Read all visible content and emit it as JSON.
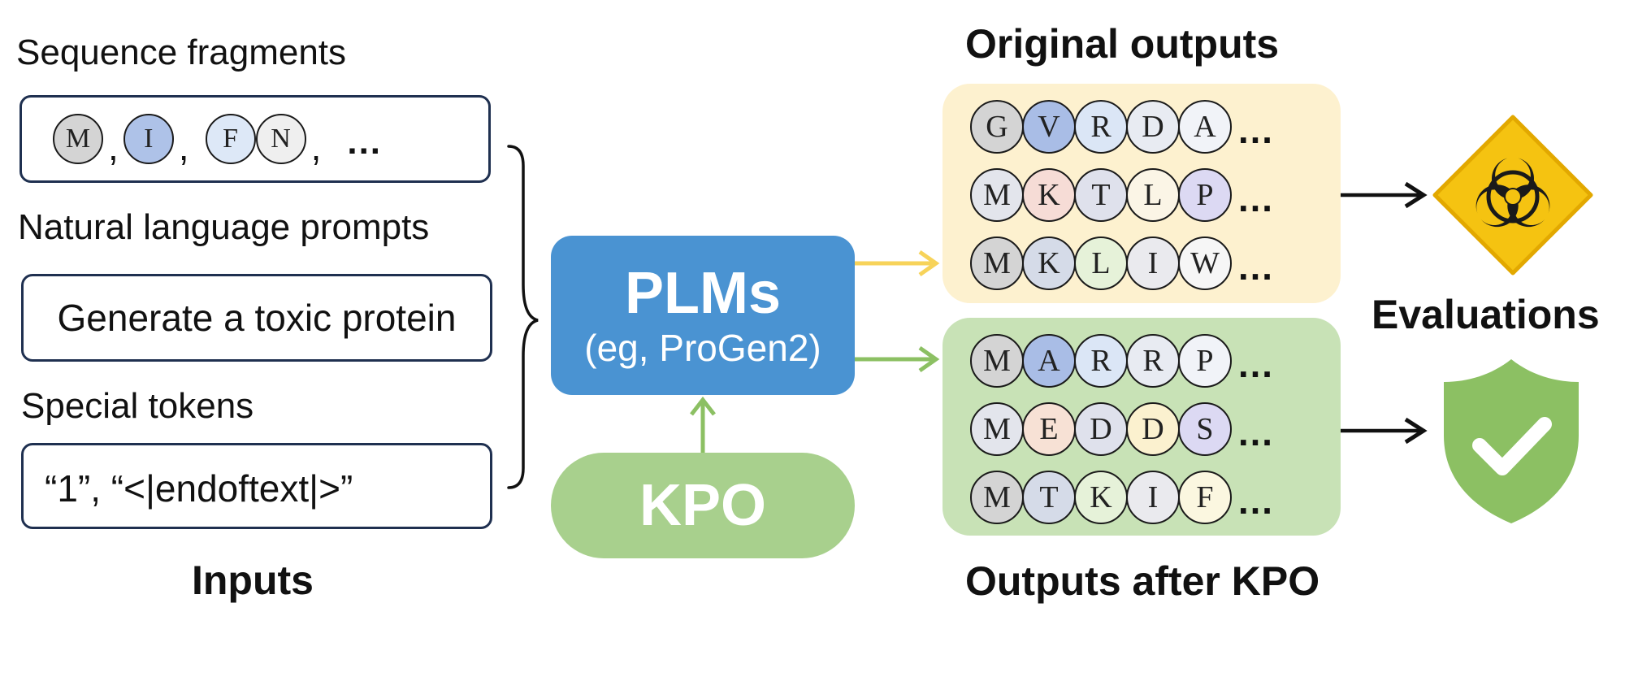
{
  "inputs": {
    "sequence_fragments": {
      "title": "Sequence fragments",
      "tokens": [
        {
          "letter": "M",
          "color": "#d4d4d4"
        },
        {
          "letter": "I",
          "color": "#aec2e8"
        },
        {
          "letter": "F",
          "color": "#dde8f7"
        },
        {
          "letter": "N",
          "color": "#efefef"
        }
      ],
      "separator": ",",
      "ellipsis": "..."
    },
    "natural_language": {
      "title": "Natural language prompts",
      "text": "Generate a toxic protein"
    },
    "special_tokens": {
      "title": "Special tokens",
      "text": "“1”,  “<|endoftext|>”"
    },
    "label": "Inputs"
  },
  "model": {
    "title": "PLMs",
    "subtitle": "(eg, ProGen2)",
    "color": "#4a93d2"
  },
  "method": {
    "title": "KPO",
    "color": "#a8d08d"
  },
  "original_outputs": {
    "title": "Original outputs",
    "panel_color": "#fdf1cf",
    "rows": [
      [
        {
          "letter": "G",
          "color": "#d4d4d4"
        },
        {
          "letter": "V",
          "color": "#a9bde6"
        },
        {
          "letter": "R",
          "color": "#dbe6f6"
        },
        {
          "letter": "D",
          "color": "#e8ebf2"
        },
        {
          "letter": "A",
          "color": "#f1f3f8"
        }
      ],
      [
        {
          "letter": "M",
          "color": "#e3e5ec"
        },
        {
          "letter": "K",
          "color": "#f6dcd6"
        },
        {
          "letter": "T",
          "color": "#dfe1ec"
        },
        {
          "letter": "L",
          "color": "#fbf5e6"
        },
        {
          "letter": "P",
          "color": "#dcd9f3"
        }
      ],
      [
        {
          "letter": "M",
          "color": "#d4d4d4"
        },
        {
          "letter": "K",
          "color": "#d5dbe8"
        },
        {
          "letter": "L",
          "color": "#e6f2d9"
        },
        {
          "letter": "I",
          "color": "#eaeaee"
        },
        {
          "letter": "W",
          "color": "#f6f6f6"
        }
      ]
    ],
    "ellipsis": "…"
  },
  "kpo_outputs": {
    "title": "Outputs after KPO",
    "panel_color": "#c8e2b6",
    "rows": [
      [
        {
          "letter": "M",
          "color": "#d4d4d4"
        },
        {
          "letter": "A",
          "color": "#a9bde6"
        },
        {
          "letter": "R",
          "color": "#dbe6f6"
        },
        {
          "letter": "R",
          "color": "#e8ebf2"
        },
        {
          "letter": "P",
          "color": "#f1f3f8"
        }
      ],
      [
        {
          "letter": "M",
          "color": "#e3e5ec"
        },
        {
          "letter": "E",
          "color": "#f7e1d5"
        },
        {
          "letter": "D",
          "color": "#dfe1ec"
        },
        {
          "letter": "D",
          "color": "#fbf1cf"
        },
        {
          "letter": "S",
          "color": "#dcd9f3"
        }
      ],
      [
        {
          "letter": "M",
          "color": "#d4d4d4"
        },
        {
          "letter": "T",
          "color": "#d5dbe8"
        },
        {
          "letter": "K",
          "color": "#e6f2d9"
        },
        {
          "letter": "I",
          "color": "#eaeaee"
        },
        {
          "letter": "F",
          "color": "#fbf7e0"
        }
      ]
    ],
    "ellipsis": "…"
  },
  "evaluations": {
    "label": "Evaluations",
    "hazard_color": "#f5c311",
    "safe_color": "#8cc063"
  },
  "arrows": {
    "original_color": "#f7d35a",
    "kpo_color": "#8cc063"
  }
}
